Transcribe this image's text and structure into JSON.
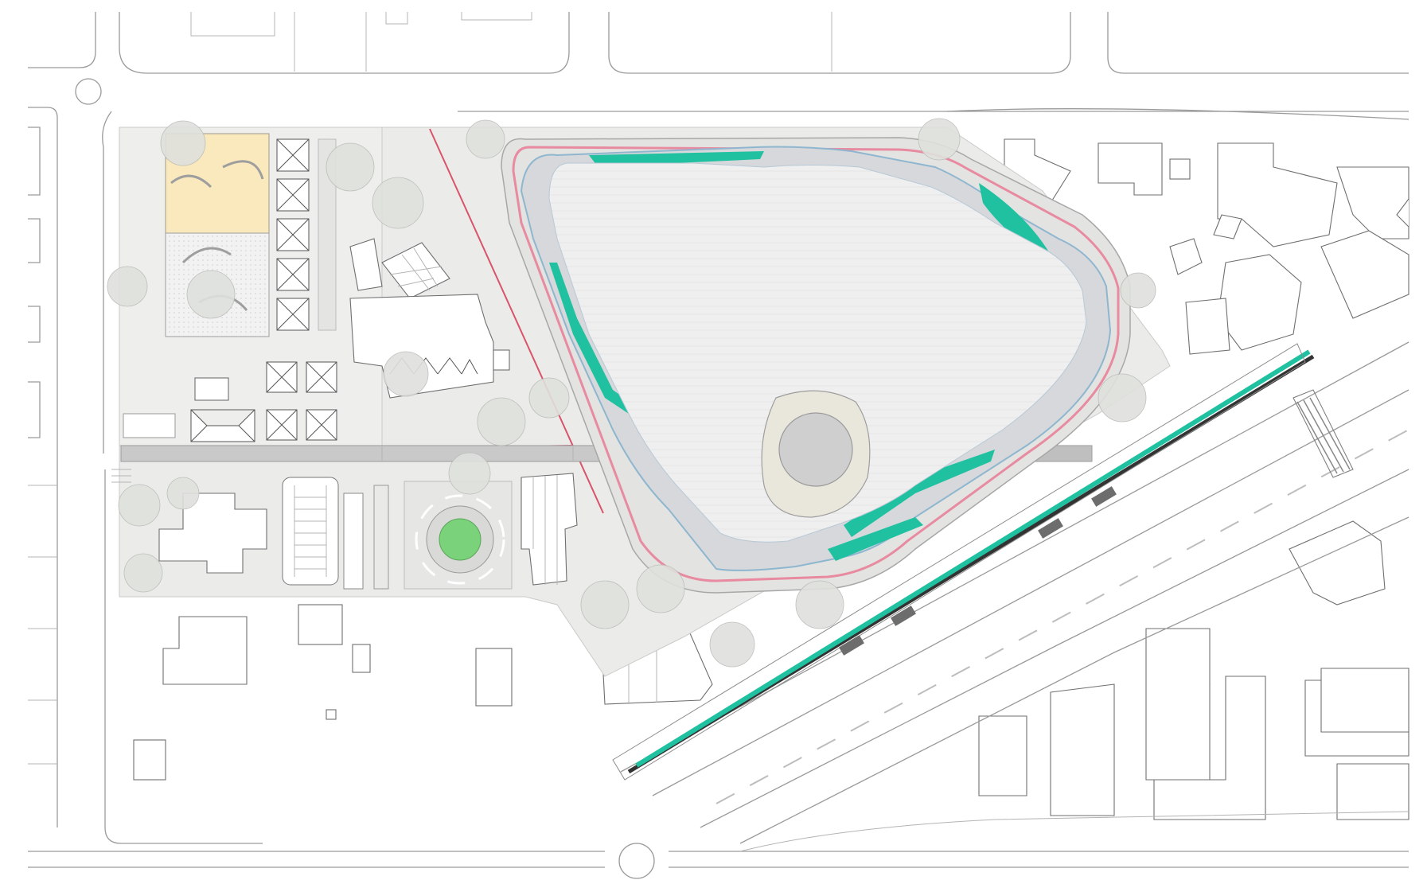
{
  "map": {
    "colors": {
      "background": "#ffffff",
      "street_line": "#9a9a9a",
      "park_ground": "#ebecea",
      "lake_water": "#efefef",
      "lake_shore": "#d4d6d9",
      "wetland_green": "#1fc1a0",
      "edge_blue": "#8fb6cf",
      "running_track_pink": "#e88aa0",
      "pedestrian_path_red": "#d9536b",
      "boardwalk_grey": "#bfbfbf",
      "playground_sand": "#fbe9be",
      "garden_green": "#7ad37a",
      "rail_dark": "#333333"
    },
    "features": [
      "lake",
      "island",
      "wetland-edge",
      "running-track",
      "boardwalk",
      "pedestrian-path",
      "playground",
      "roundabout-garden",
      "parking-lot",
      "linear-greenway",
      "railway",
      "avenue",
      "street-grid",
      "buildings",
      "trees"
    ]
  }
}
